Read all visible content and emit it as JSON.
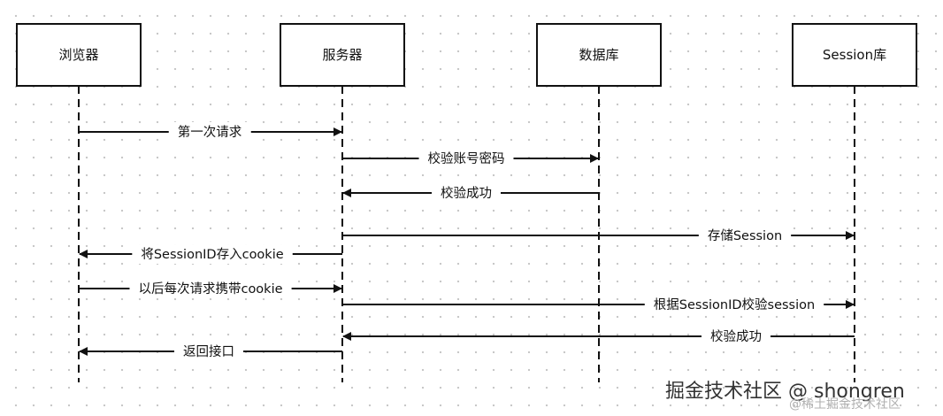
{
  "actors": [
    {
      "label": "浏览器"
    },
    {
      "label": "服务器"
    },
    {
      "label": "数据库"
    },
    {
      "label": "Session库"
    }
  ],
  "messages": [
    {
      "from": 0,
      "to": 1,
      "label": "第一次请求"
    },
    {
      "from": 1,
      "to": 2,
      "label": "校验账号密码"
    },
    {
      "from": 2,
      "to": 1,
      "label": "校验成功"
    },
    {
      "from": 1,
      "to": 3,
      "label": "存储Session"
    },
    {
      "from": 1,
      "to": 0,
      "label": "将SessionID存入cookie"
    },
    {
      "from": 0,
      "to": 1,
      "label": "以后每次请求携带cookie"
    },
    {
      "from": 1,
      "to": 3,
      "label": "根据SessionID校验session"
    },
    {
      "from": 3,
      "to": 1,
      "label": "校验成功"
    },
    {
      "from": 1,
      "to": 0,
      "label": "返回接口"
    }
  ],
  "watermark": {
    "main": "掘金技术社区 @ shongren",
    "sub": "@稀土掘金技术社区"
  }
}
